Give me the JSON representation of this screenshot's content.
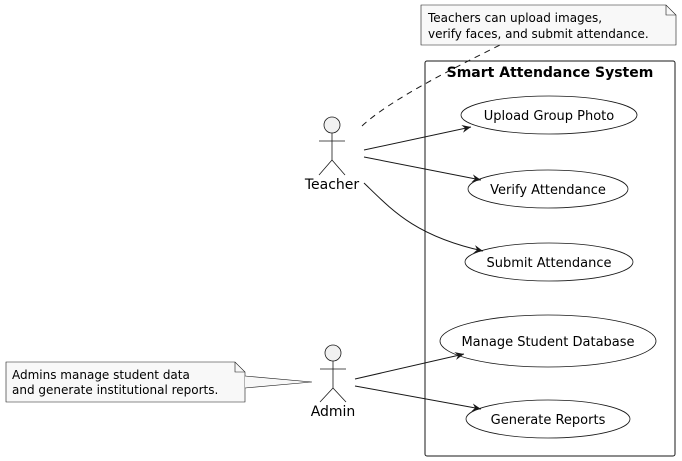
{
  "system": {
    "title": "Smart Attendance System"
  },
  "actors": [
    {
      "id": "teacher",
      "label": "Teacher"
    },
    {
      "id": "admin",
      "label": "Admin"
    }
  ],
  "use_cases": [
    {
      "id": "upload",
      "label": "Upload Group Photo"
    },
    {
      "id": "verify",
      "label": "Verify Attendance"
    },
    {
      "id": "submit",
      "label": "Submit Attendance"
    },
    {
      "id": "manage",
      "label": "Manage Student Database"
    },
    {
      "id": "reports",
      "label": "Generate Reports"
    }
  ],
  "notes": {
    "teacher": {
      "lines": [
        "Teachers can upload images,",
        "verify faces, and submit attendance."
      ]
    },
    "admin": {
      "lines": [
        "Admins manage student data",
        "and generate institutional reports."
      ]
    }
  },
  "colors": {
    "stroke": "#181818",
    "note_fill": "#f8f8f8",
    "actor_fill": "#f1f1f1",
    "background": "#ffffff"
  }
}
